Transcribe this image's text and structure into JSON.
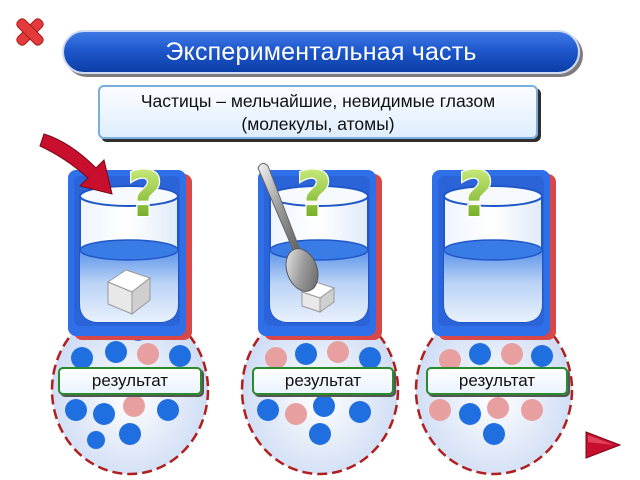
{
  "title": "Экспериментальная часть",
  "definition": {
    "line1": "Частицы – мельчайшие, невидимые глазом",
    "line2": "(молекулы, атомы)"
  },
  "result_buttons": [
    "результат",
    "результат",
    "результат"
  ],
  "icons": {
    "close": "close-x-icon",
    "next": "next-arrow-icon",
    "question": "question-mark-icon"
  },
  "colors": {
    "title_bar": "#1f58cd",
    "beaker_back": "#2f6fe8",
    "water_molecule": "#1f6fe0",
    "sugar_molecule": "#e7a09f",
    "circle_border": "#b01e1e",
    "question_mark": "#8ed021",
    "red_arrow": "#c8102e"
  }
}
